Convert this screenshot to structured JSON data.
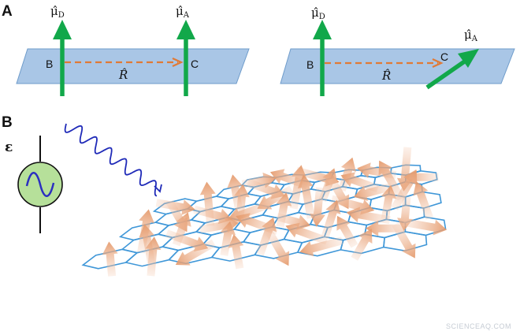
{
  "panels": {
    "a": {
      "label": "A"
    },
    "b": {
      "label": "B"
    }
  },
  "symbols": {
    "mu_hat": "μ̂",
    "donor_sub": "D",
    "acceptor_sub": "A",
    "r_hat": "R̂",
    "point_b": "B",
    "point_c": "C",
    "epsilon": "ε"
  },
  "colors": {
    "plane_fill": "#a9c6e6",
    "plane_stroke": "#6f9ccb",
    "dipole_green": "#12a84a",
    "dashed_orange": "#e07a36",
    "lattice_blue": "#3f97d8",
    "photon_blue": "#1f2ab8",
    "source_fill": "#b6e09a",
    "source_wave": "#2b2fc0",
    "arrow_orange": "#e6a27a"
  },
  "lattice": {
    "arrow_directions_deg": [
      -10,
      200,
      15,
      -72,
      190,
      95,
      -100,
      20,
      -80,
      -70,
      200,
      -120,
      180,
      10,
      -95,
      -85,
      150,
      -100,
      60,
      165,
      -60,
      60,
      15,
      160,
      -80,
      95,
      15,
      -80,
      -110,
      -80,
      -70
    ]
  },
  "watermark": "SCIENCEAQ.COM"
}
